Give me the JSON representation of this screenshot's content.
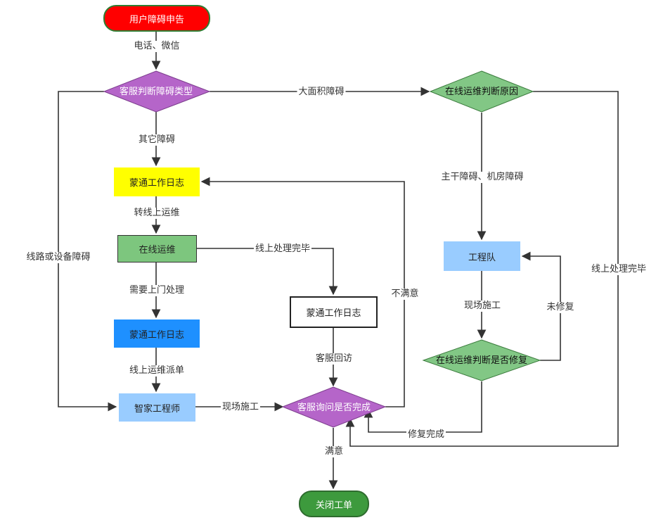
{
  "nodes": {
    "start": "用户障碍申告",
    "cs_judge_type": "客服判断障碍类型",
    "mengtong_log_1": "蒙通工作日志",
    "online_ops": "在线运维",
    "mengtong_log_2": "蒙通工作日志",
    "smart_engineer": "智家工程师",
    "mengtong_log_3": "蒙通工作日志",
    "cs_ask_done": "客服询问是否完成",
    "close_ticket": "关闭工单",
    "online_judge_cause": "在线运维判断原因",
    "engineering_team": "工程队",
    "online_judge_fixed": "在线运维判断是否修复"
  },
  "edge_labels": {
    "phone_wechat": "电话、微信",
    "other_fault": "其它障碍",
    "to_online_ops": "转线上运维",
    "need_onsite": "需要上门处理",
    "dispatch": "线上运维派单",
    "line_device_fault": "线路或设备障碍",
    "online_done_1": "线上处理完毕",
    "cs_callback": "客服回访",
    "onsite_work_1": "现场施工",
    "unsatisfied": "不满意",
    "satisfied": "满意",
    "large_area_fault": "大面积障碍",
    "trunk_room_fault": "主干障碍、机房障碍",
    "onsite_work_2": "现场施工",
    "not_fixed": "未修复",
    "repair_done": "修复完成",
    "online_done_2": "线上处理完毕"
  },
  "colors": {
    "start_fill": "#ff0000",
    "start_border": "#2e7d32",
    "diamond_purple": "#b565c9",
    "diamond_green": "#82c785",
    "yellow": "#ffff00",
    "green": "#7dc67e",
    "blue": "#1e90ff",
    "light_blue": "#99ccff",
    "close_fill": "#3d9a3d",
    "edge": "#333333"
  }
}
